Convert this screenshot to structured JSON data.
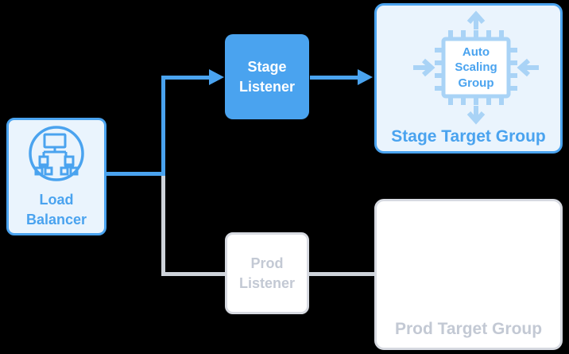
{
  "colors": {
    "background": "#000000",
    "primary_blue": "#4aa3ef",
    "light_blue_fill": "#eaf4fd",
    "pale_blue": "#a9d3f6",
    "gray_border": "#d7dae1",
    "gray_text": "#c3c9d4",
    "gray_line": "#ced3da"
  },
  "nodes": {
    "load_balancer": {
      "label": "Load Balancer",
      "icon": "network-tree-icon"
    },
    "stage_listener": {
      "label": "Stage Listener"
    },
    "prod_listener": {
      "label": "Prod Listener"
    },
    "stage_target_group": {
      "label": "Stage Target Group",
      "chip_label": "Auto Scaling Group",
      "icon": "cpu-chip-icon"
    },
    "prod_target_group": {
      "label": "Prod Target Group"
    }
  }
}
